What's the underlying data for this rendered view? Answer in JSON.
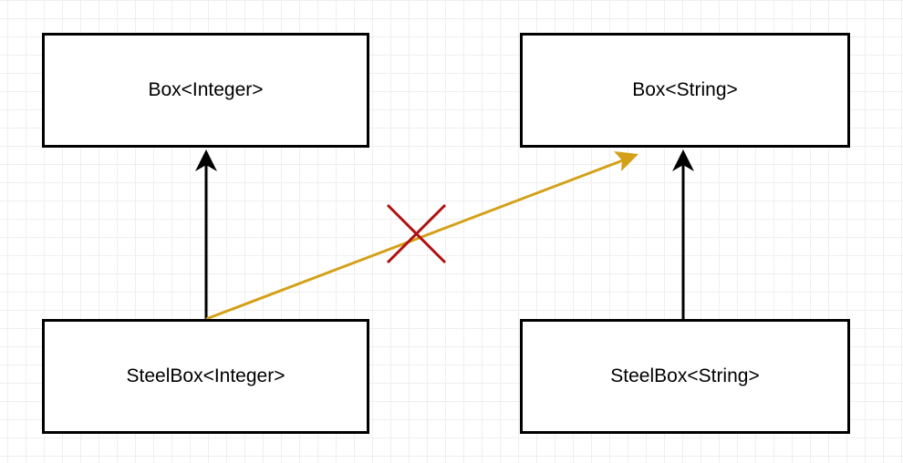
{
  "nodes": {
    "box_integer": "Box<Integer>",
    "box_string": "Box<String>",
    "steelbox_integer": "SteelBox<Integer>",
    "steelbox_string": "SteelBox<String>"
  },
  "edges": [
    {
      "from": "steelbox_integer",
      "to": "box_integer",
      "style": "inheritance",
      "valid": true
    },
    {
      "from": "steelbox_string",
      "to": "box_string",
      "style": "inheritance",
      "valid": true
    },
    {
      "from": "steelbox_integer",
      "to": "box_string",
      "style": "invalid-assignment",
      "valid": false
    }
  ],
  "colors": {
    "box_border": "#000000",
    "valid_arrow": "#000000",
    "invalid_arrow": "#d4a017",
    "cross_mark": "#b01010",
    "grid": "#efefef"
  }
}
